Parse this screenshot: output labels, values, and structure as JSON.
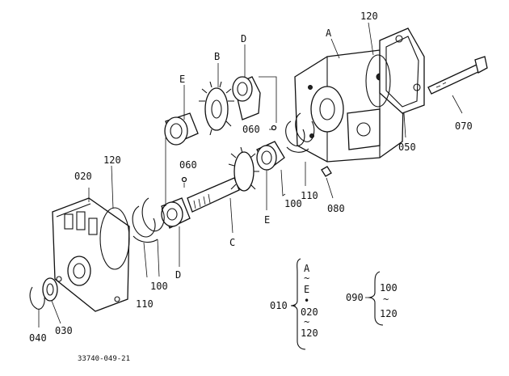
{
  "diagram": {
    "callouts": {
      "A": "A",
      "B": "B",
      "C": "C",
      "D_top": "D",
      "D_bottom": "D",
      "E_top": "E",
      "E_mid": "E",
      "p120_top": "120",
      "p120_left": "120",
      "p020": "020",
      "p060_a": "060",
      "p060_b": "060",
      "p100_a": "100",
      "p100_b": "100",
      "p110_a": "110",
      "p110_b": "110",
      "p080": "080",
      "p050": "050",
      "p070": "070",
      "p040": "040",
      "p030": "030"
    },
    "legend_010": {
      "id": "010",
      "range_lines": [
        "A",
        "~",
        "E",
        "•",
        "020",
        "~",
        "120"
      ]
    },
    "legend_090": {
      "id": "090",
      "range_lines": [
        "100",
        "~",
        "120"
      ]
    },
    "drawing_code": "33740-049-21"
  }
}
